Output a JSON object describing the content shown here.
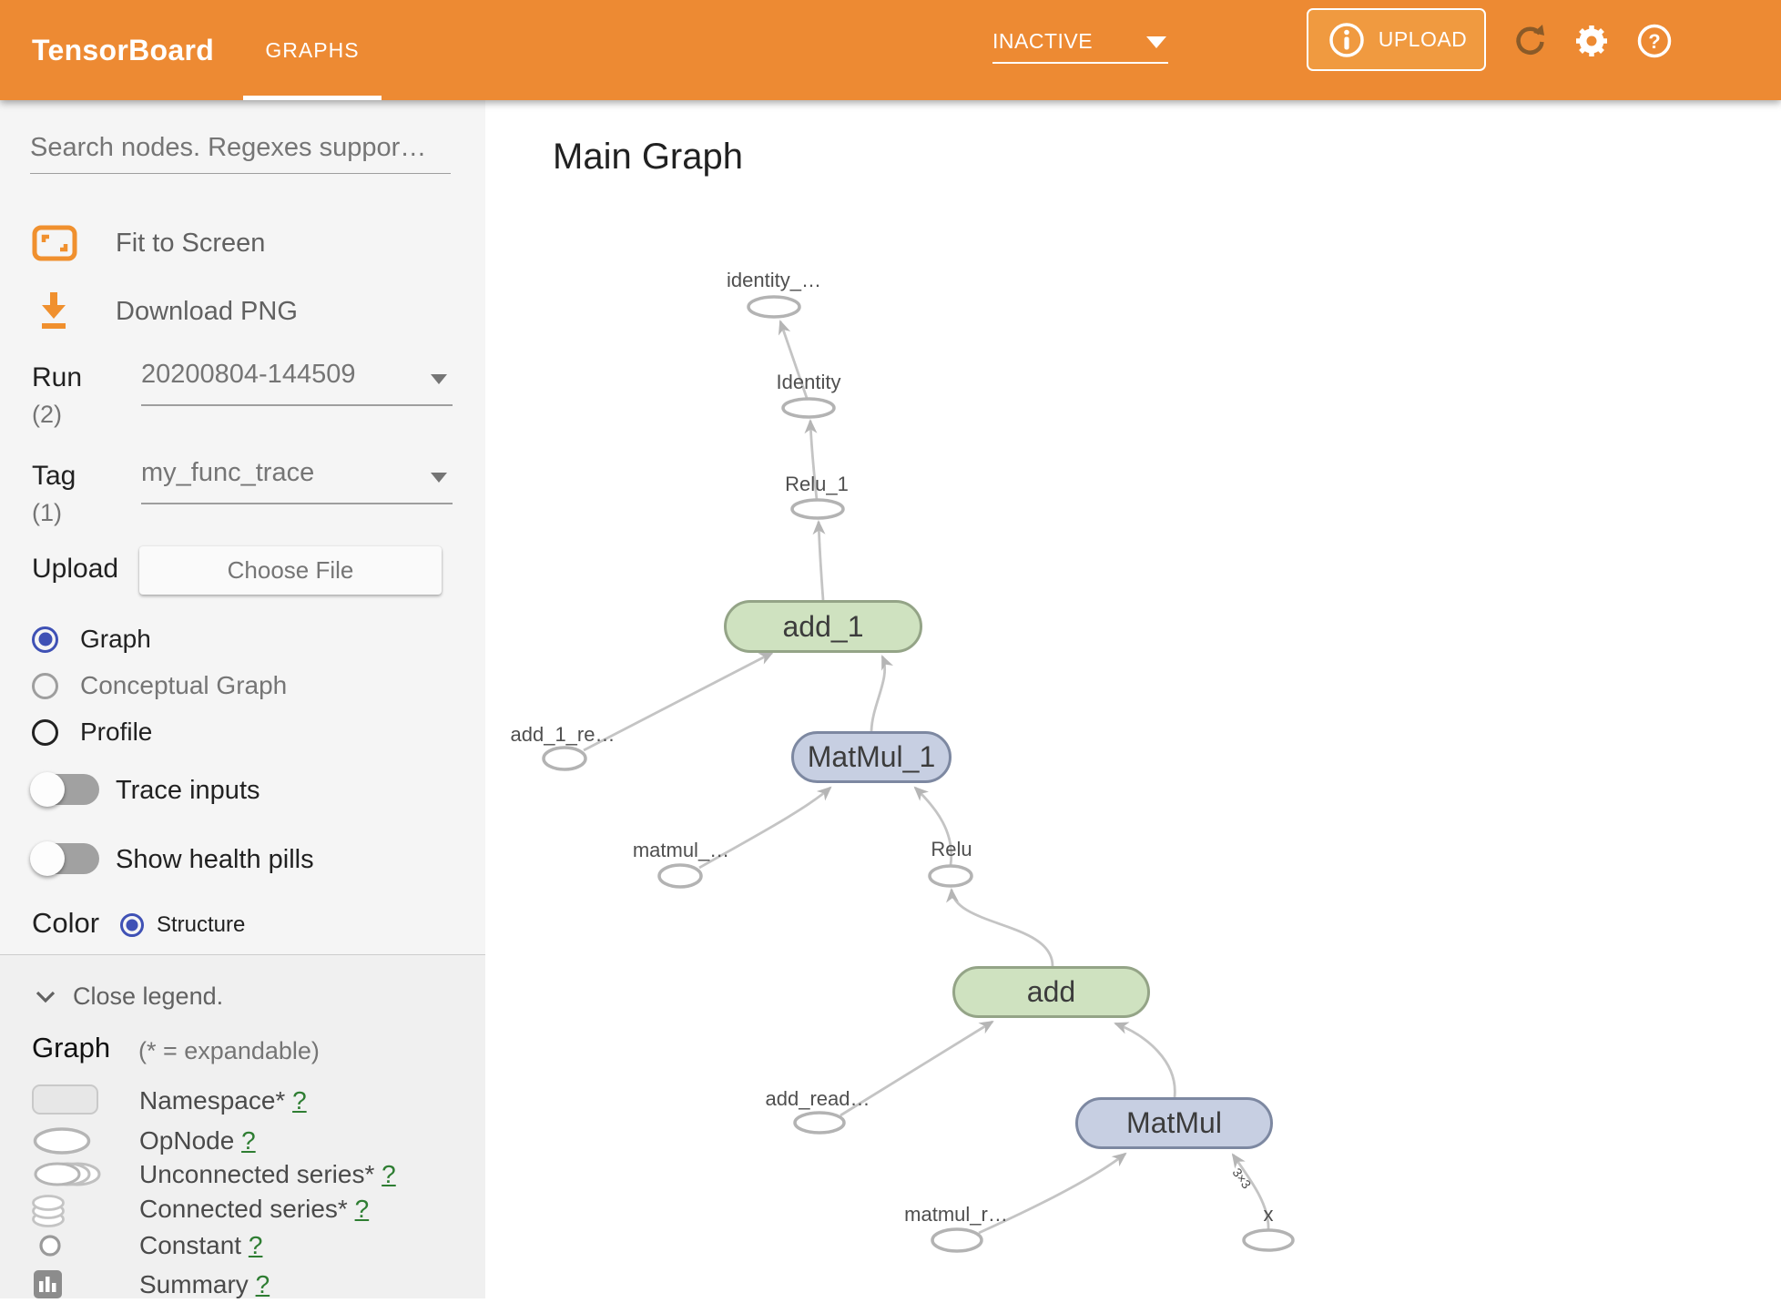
{
  "header": {
    "app_title": "TensorBoard",
    "tab": "GRAPHS",
    "status": "INACTIVE",
    "upload_label": "UPLOAD"
  },
  "sidebar": {
    "search_placeholder": "Search nodes. Regexes suppor…",
    "fit_to_screen": "Fit to Screen",
    "download_png": "Download PNG",
    "run": {
      "label": "Run",
      "count": "(2)",
      "value": "20200804-144509"
    },
    "tag": {
      "label": "Tag",
      "count": "(1)",
      "value": "my_func_trace"
    },
    "upload": {
      "label": "Upload",
      "button": "Choose File"
    },
    "views": [
      {
        "label": "Graph",
        "selected": true
      },
      {
        "label": "Conceptual Graph",
        "selected": false
      },
      {
        "label": "Profile",
        "selected": false
      }
    ],
    "toggles": [
      {
        "label": "Trace inputs",
        "on": false
      },
      {
        "label": "Show health pills",
        "on": false
      }
    ],
    "color_by": {
      "label": "Color",
      "option": "Structure"
    }
  },
  "legend": {
    "close_label": "Close legend.",
    "section_title": "Graph",
    "expandable_note": "(* = expandable)",
    "items": [
      {
        "label": "Namespace*",
        "help": "?"
      },
      {
        "label": "OpNode",
        "help": "?"
      },
      {
        "label": "Unconnected series*",
        "help": "?"
      },
      {
        "label": "Connected series*",
        "help": "?"
      },
      {
        "label": "Constant",
        "help": "?"
      },
      {
        "label": "Summary",
        "help": "?"
      }
    ]
  },
  "main": {
    "title": "Main Graph",
    "rect_nodes": [
      {
        "label": "add_1",
        "type": "green"
      },
      {
        "label": "MatMul_1",
        "type": "blue"
      },
      {
        "label": "add",
        "type": "green"
      },
      {
        "label": "MatMul",
        "type": "blue"
      }
    ],
    "ellipse_nodes": [
      {
        "label": "identity_…"
      },
      {
        "label": "Identity"
      },
      {
        "label": "Relu_1"
      },
      {
        "label": "add_1_re…"
      },
      {
        "label": "matmul_…"
      },
      {
        "label": "Relu"
      },
      {
        "label": "add_read…"
      },
      {
        "label": "matmul_r…"
      },
      {
        "label": "x"
      }
    ],
    "edge_shape_label": "3×3"
  },
  "colors": {
    "header_bg": "#ed8a33",
    "accent_orange": "#f0902e",
    "radio_blue": "#3f51b5",
    "help_green": "#2e7d32",
    "node_green": "#cfe2c0",
    "node_blue": "#c7cfe2"
  }
}
